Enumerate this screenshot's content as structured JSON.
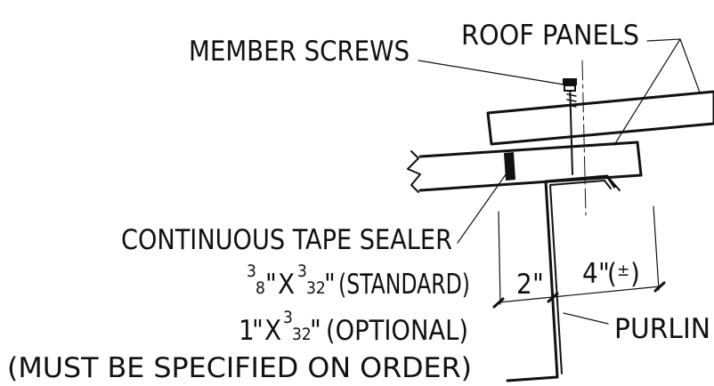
{
  "labels": {
    "member_screws": "MEMBER SCREWS",
    "roof_panels": "ROOF PANELS",
    "continuous_tape_sealer": "CONTINUOUS TAPE SEALER",
    "standard_size": {
      "a_num": "3",
      "a_den": "8",
      "x": "X",
      "b_num": "3",
      "b_den": "32",
      "note": "(STANDARD)"
    },
    "optional_size": {
      "a": "1",
      "x": "X",
      "b_num": "3",
      "b_den": "32",
      "note": "(OPTIONAL)"
    },
    "must_be_specified": "(MUST BE SPECIFIED ON ORDER)",
    "purlin": "PURLIN",
    "dim_2": "2",
    "dim_4": "4",
    "plus_minus": "±"
  }
}
